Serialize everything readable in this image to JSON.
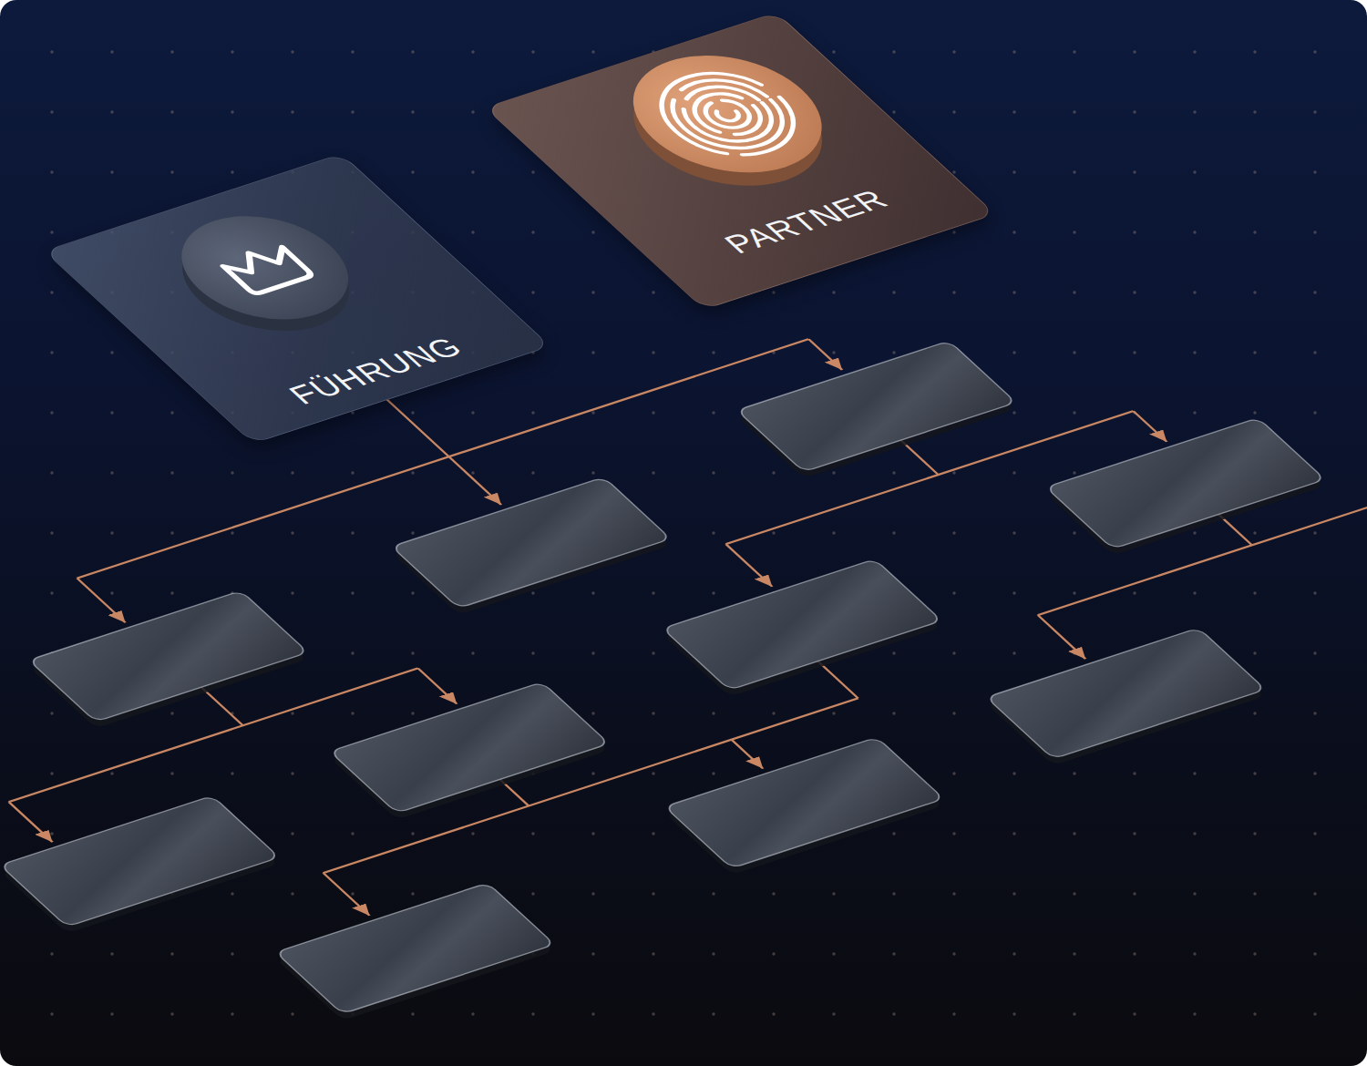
{
  "diagram": {
    "nodes": [
      {
        "text": [
          "FÜHRUNG"
        ]
      },
      {
        "text": [
          "PARTNER"
        ]
      }
    ],
    "edges": [
      {
        "from": 1,
        "to": 0,
        "arrow": "to"
      }
    ]
  }
}
